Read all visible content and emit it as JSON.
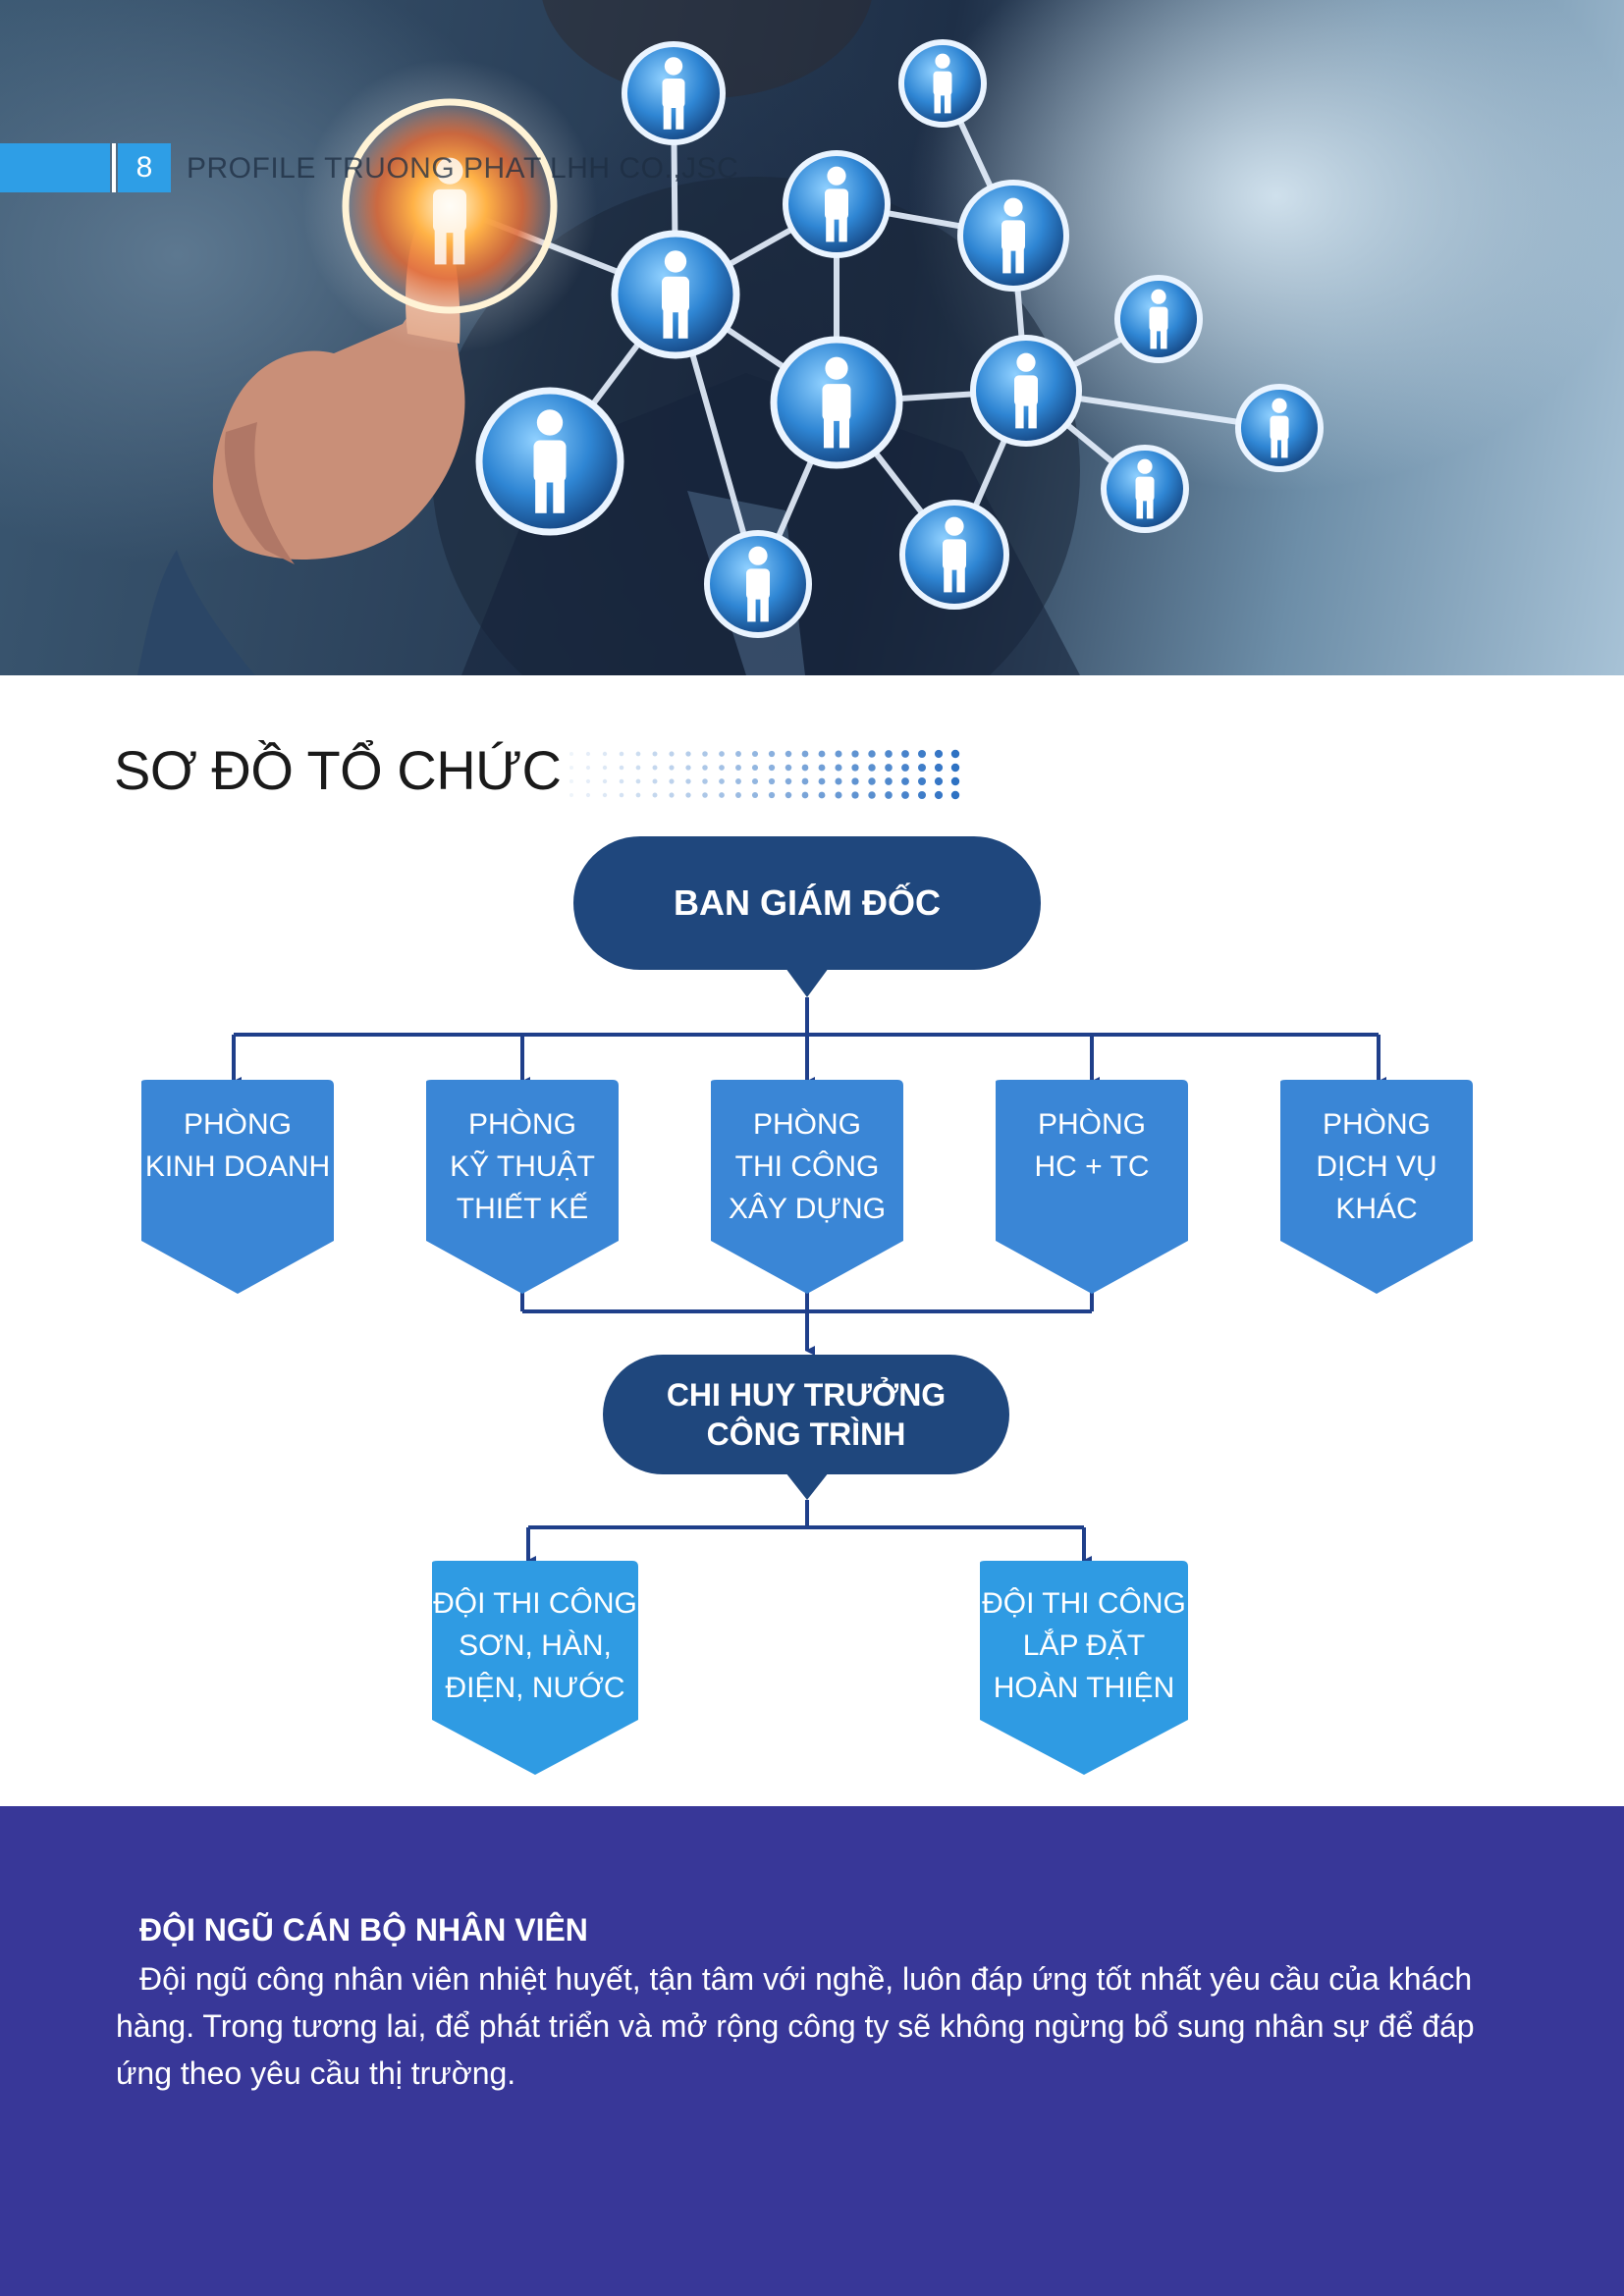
{
  "header": {
    "page_number": "8",
    "running_title": "PROFILE TRUONG PHAT LHH CO.,JSC"
  },
  "section": {
    "title": "SƠ ĐỒ TỔ CHỨC"
  },
  "org_chart": {
    "top": "BAN GIÁM ĐỐC",
    "departments": [
      "PHÒNG\nKINH DOANH",
      "PHÒNG\nKỸ THUẬT\nTHIẾT KẾ",
      "PHÒNG\nTHI CÔNG\nXÂY DỰNG",
      "PHÒNG\nHC + TC",
      "PHÒNG\nDỊCH VỤ\nKHÁC"
    ],
    "site_manager": "CHI HUY TRƯỞNG\nCÔNG TRÌNH",
    "teams": [
      "ĐỘI THI CÔNG\nSƠN, HÀN,\nĐIỆN, NƯỚC",
      "ĐỘI THI CÔNG\nLẮP ĐẶT\nHOÀN THIỆN"
    ]
  },
  "staff": {
    "heading": "ĐỘI NGŨ CÁN BỘ NHÂN VIÊN",
    "body": "Đội ngũ công nhân viên nhiệt huyết, tận tâm với nghề, luôn đáp ứng tốt nhất yêu cầu của khách hàng. Trong tương lai, để phát triển và mở rộng công ty sẽ không ngừng bổ sung nhân sự để đáp ứng theo yêu cầu thị trường."
  },
  "colors": {
    "accent": "#2e9ee6",
    "navy": "#1f477d",
    "dept_blue": "#3a86d6",
    "team_blue": "#2f9be3",
    "band": "#383798"
  }
}
